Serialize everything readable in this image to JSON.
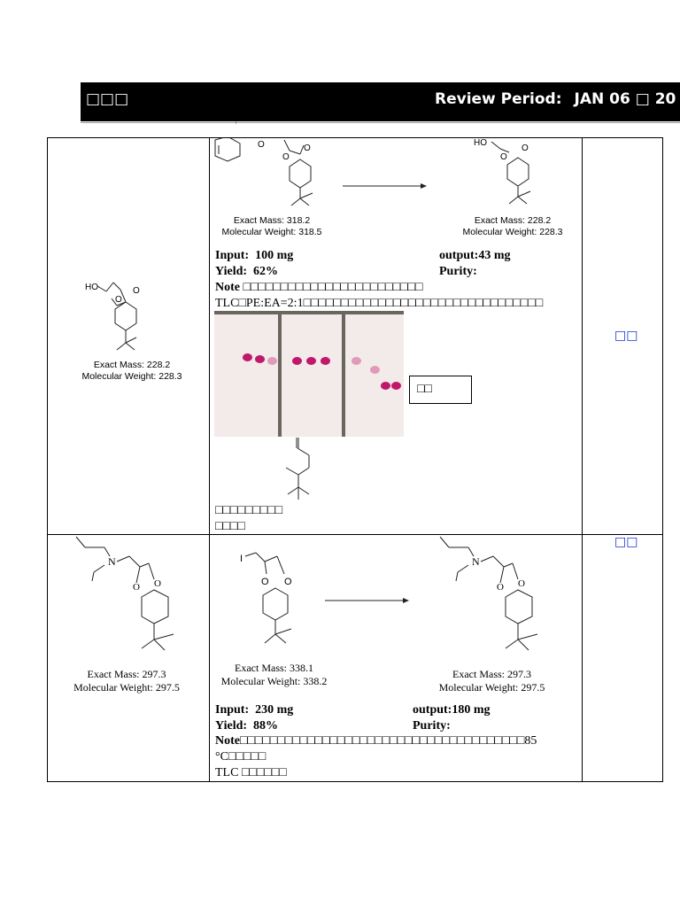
{
  "header": {
    "left_title": "□□□",
    "review_label": "Review Period:",
    "review_value": "JAN 06 □ 20"
  },
  "row1": {
    "product": {
      "exact_mass": "Exact Mass: 228.2",
      "mol_weight": "Molecular Weight: 228.3",
      "atom_label": "HO"
    },
    "reactant": {
      "exact_mass": "Exact Mass: 318.2",
      "mol_weight": "Molecular Weight: 318.5",
      "atom_label": "O"
    },
    "target": {
      "exact_mass": "Exact Mass: 228.2",
      "mol_weight": "Molecular Weight: 228.3",
      "atom_label": "HO"
    },
    "input_label": "Input:",
    "input_value": "100 mg",
    "output_label": "output:",
    "output_value": "43 mg",
    "yield_label": "Yield:",
    "yield_value": "62%",
    "purity_label": "Purity:",
    "note_label": "Note",
    "note_text": "□□□□□□□□□□□□□□□□□□□□□□□□",
    "tlc_text": "TLC□PE:EA=2:1□□□□□□□□□□□□□□□□□□□□□□□□□□□□□□□□",
    "tlc_box_label": "□□",
    "footer_line1": "□□□□□□□□□",
    "footer_line2": "□□□□",
    "link": "□□"
  },
  "row2": {
    "product": {
      "exact_mass": "Exact Mass: 297.3",
      "mol_weight": "Molecular Weight: 297.5",
      "atom_label": "N"
    },
    "reactant": {
      "exact_mass": "Exact Mass: 338.1",
      "mol_weight": "Molecular Weight: 338.2",
      "atom_label": "I"
    },
    "target": {
      "exact_mass": "Exact Mass: 297.3",
      "mol_weight": "Molecular Weight: 297.5",
      "atom_label": "N"
    },
    "input_label": "Input:",
    "input_value": "230 mg",
    "output_label": "output:",
    "output_value": "180 mg",
    "yield_label": "Yield:",
    "yield_value": "88%",
    "purity_label": "Purity:",
    "note_label": "Note",
    "note_text": "□□□□□□□□□□□□□□□□□□□□□□□□□□□□□□□□□□□□□□85",
    "note_text2": "°C□□□□□",
    "tlc_text": "TLC □□□□□□",
    "link": "□□"
  }
}
